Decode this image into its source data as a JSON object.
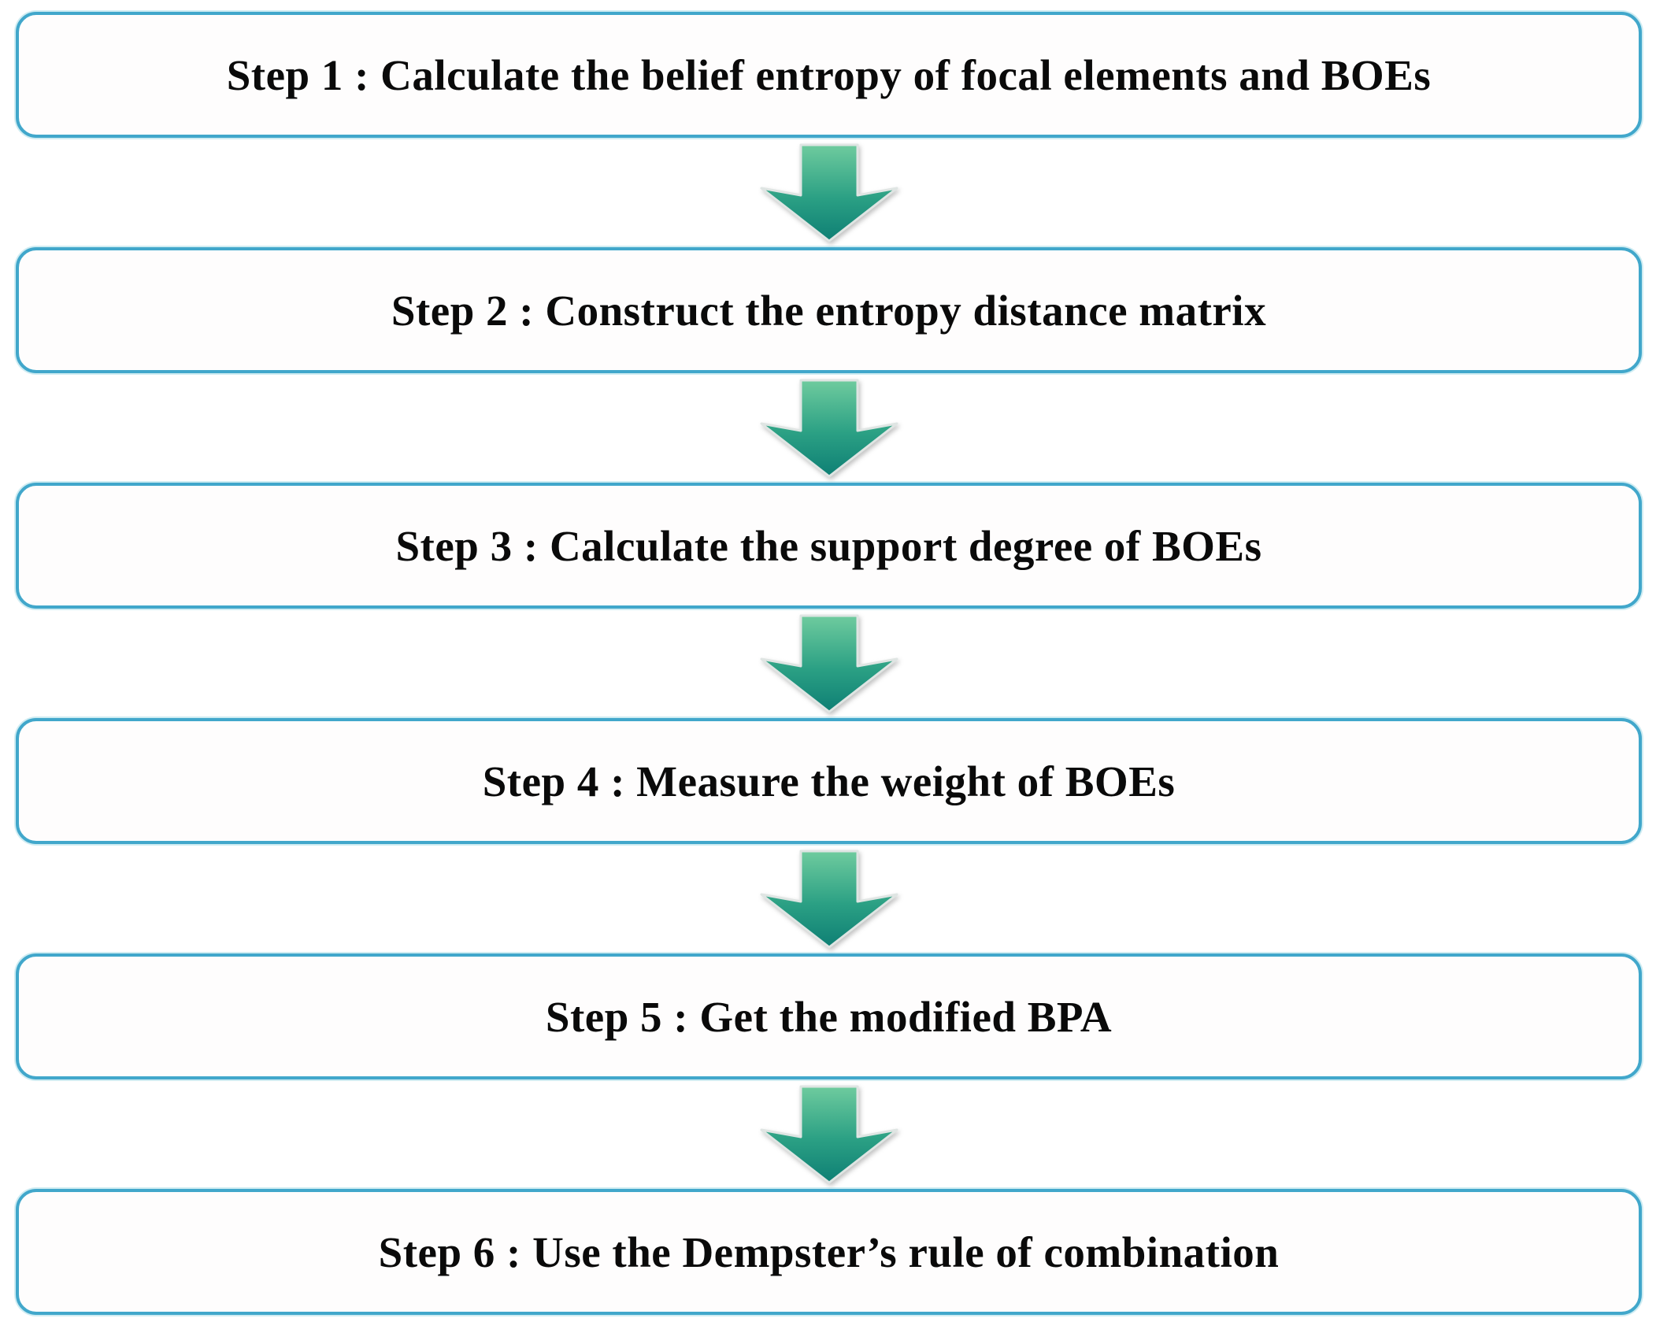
{
  "diagram": {
    "type": "vertical-flowchart",
    "steps": [
      {
        "label": "Step 1 : Calculate the belief entropy of focal elements and BOEs"
      },
      {
        "label": "Step 2 : Construct the entropy distance matrix"
      },
      {
        "label": "Step 3 : Calculate the support degree of BOEs"
      },
      {
        "label": "Step 4 : Measure the weight of BOEs"
      },
      {
        "label": "Step 5 : Get the modified BPA"
      },
      {
        "label": "Step 6 : Use the Dempster’s rule of combination"
      }
    ],
    "connector": {
      "icon": "down-arrow-icon",
      "direction": "down",
      "count": 5
    },
    "colors": {
      "box_border": "#41a7cb",
      "box_border_halo": "#a8dde8",
      "box_background": "#fefdfd",
      "text": "#0a0a0a",
      "arrow_gradient_top": "#66c79b",
      "arrow_gradient_bottom": "#0e7f74",
      "arrow_outline": "#dfe5e3"
    }
  }
}
